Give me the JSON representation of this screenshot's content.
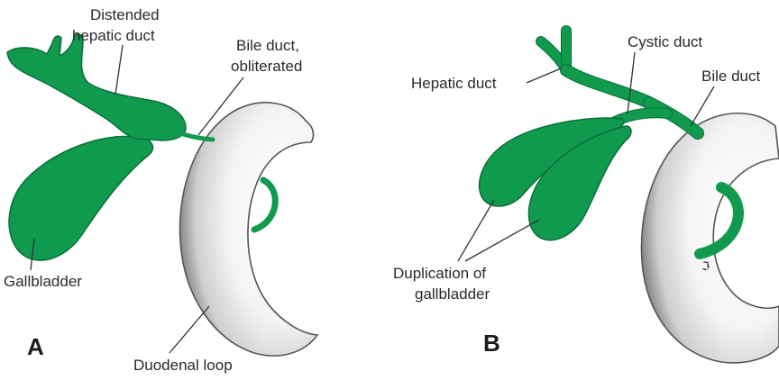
{
  "colors": {
    "biliary_green": "#0f9a4e",
    "biliary_outline": "#0b6f38",
    "duodenum_fill": "#f2f2f2",
    "duodenum_shade": "#8a8a8a"
  },
  "panel_a": {
    "letter": "A",
    "labels": {
      "distended_line1": "Distended",
      "distended_line2": "hepatic duct",
      "bile_line1": "Bile duct,",
      "bile_line2": "obliterated",
      "gallbladder": "Gallbladder",
      "duodenal_loop": "Duodenal loop"
    }
  },
  "panel_b": {
    "letter": "B",
    "labels": {
      "hepatic_duct": "Hepatic duct",
      "cystic_duct": "Cystic duct",
      "bile_duct": "Bile duct",
      "duplication_line1": "Duplication of",
      "duplication_line2": "gallbladder"
    }
  }
}
